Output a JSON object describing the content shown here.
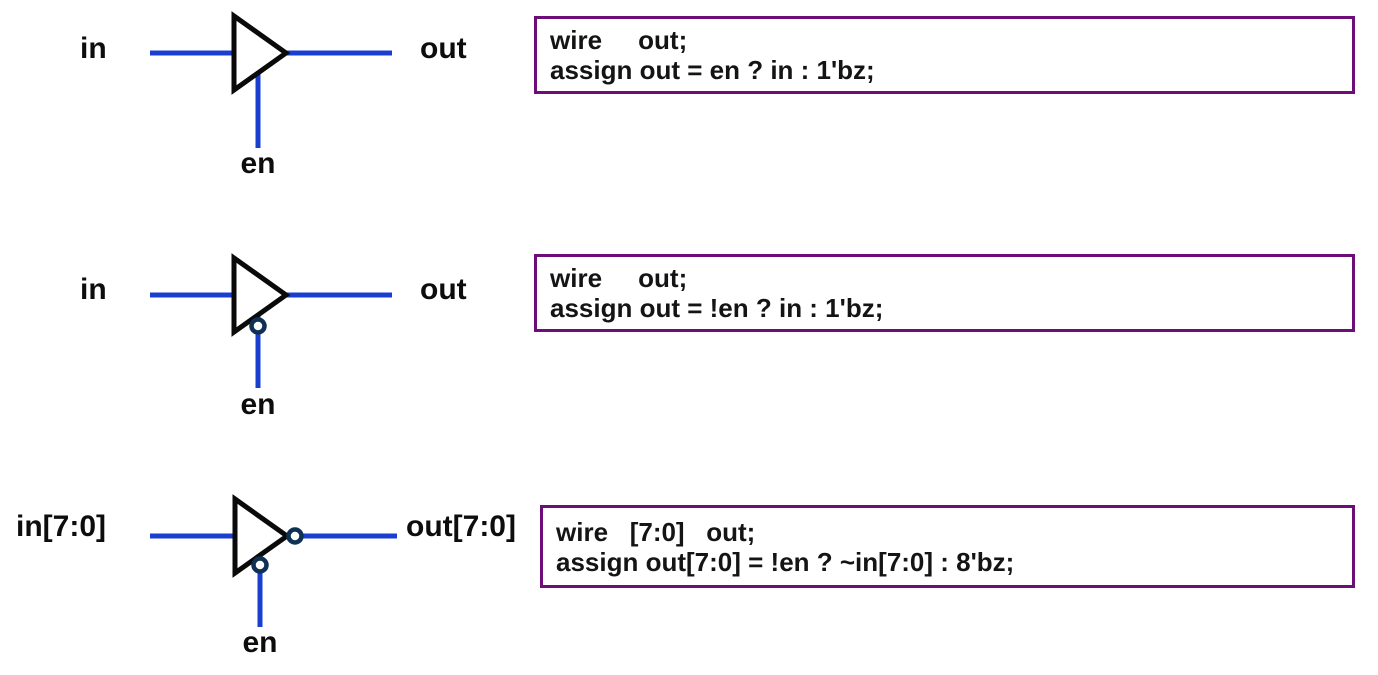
{
  "colors": {
    "background": "#ffffff",
    "wire_blue": "#1a3fd0",
    "triangle_stroke": "#0a0a0a",
    "bubble_stroke": "#0e3155",
    "code_box_border": "#6d0e78",
    "label_text": "#0d0d0d"
  },
  "rows": [
    {
      "input_label": "in",
      "output_label": "out",
      "enable_label": "en",
      "code": {
        "line1": "wire     out;",
        "line2": "assign out = en ? in : 1'bz;"
      }
    },
    {
      "input_label": "in",
      "output_label": "out",
      "enable_label": "en",
      "code": {
        "line1": "wire     out;",
        "line2": "assign out = !en ? in : 1'bz;"
      }
    },
    {
      "input_label": "in[7:0]",
      "output_label": "out[7:0]",
      "enable_label": "en",
      "code": {
        "line1": "wire   [7:0]   out;",
        "line2": "assign out[7:0] = !en ? ~in[7:0] : 8'bz;"
      }
    }
  ]
}
